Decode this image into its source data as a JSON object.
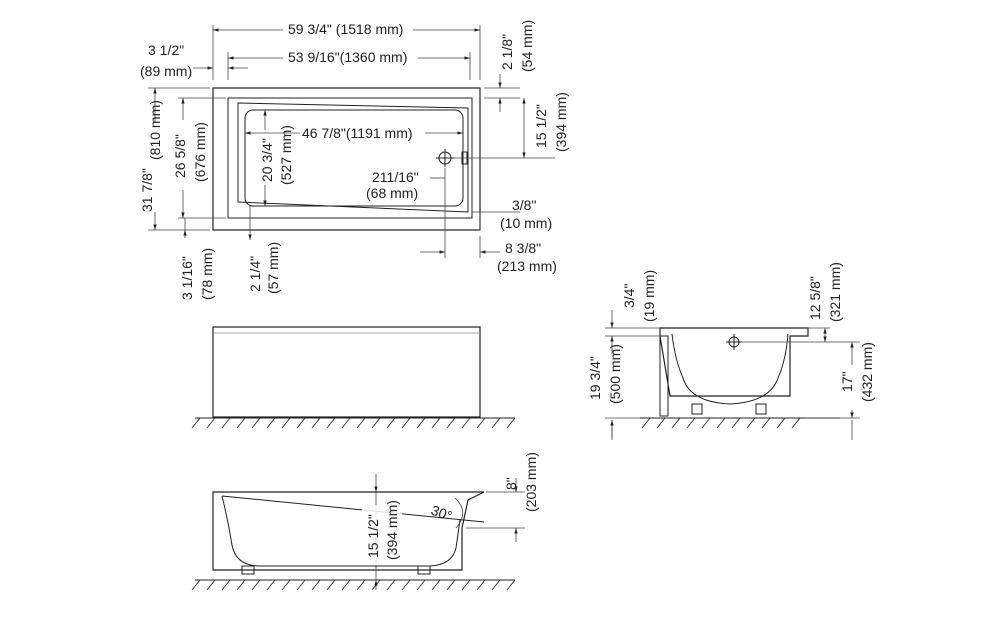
{
  "top_view": {
    "overall_length": "59 3/4\" (1518 mm)",
    "inner_length": "53 9/16\"(1360 mm)",
    "left_offset_in": "3 1/2\"",
    "left_offset_mm": "(89 mm)",
    "overall_width_in": "31 7/8\"",
    "overall_width_mm": "(810 mm)",
    "inner_width_in": "26 5/8\"",
    "inner_width_mm": "(676 mm)",
    "floor_width_in": "20 3/4\"",
    "floor_width_mm": "(527 mm)",
    "floor_length": "46 7/8\"(1191 mm)",
    "drain_offset_in": "211/16\"",
    "drain_offset_mm": "(68 mm)",
    "rim_in": "3/8\"",
    "rim_mm": "(10 mm)",
    "drain_end_in": "8 3/8\"",
    "drain_end_mm": "(213 mm)",
    "top_rim_in": "2 1/8\"",
    "top_rim_mm": "(54 mm)",
    "drain_side_in": "15 1/2\"",
    "drain_side_mm": "(394 mm)",
    "bottom_edge_in": "3 1/16\"",
    "bottom_edge_mm": "(78 mm)",
    "floor_edge_in": "2 1/4\"",
    "floor_edge_mm": "(57 mm)"
  },
  "end_view": {
    "lip_in": "3/4\"",
    "lip_mm": "(19 mm)",
    "height_in": "19 3/4\"",
    "height_mm": "(500 mm)",
    "overflow_in": "12 5/8\"",
    "overflow_mm": "(321 mm)",
    "drain_h_in": "17\"",
    "drain_h_mm": "(432 mm)"
  },
  "section_view": {
    "angle": "30°",
    "depth_in": "8\"",
    "depth_mm": "(203 mm)",
    "water_in": "15 1/2\"",
    "water_mm": "(394 mm)"
  }
}
